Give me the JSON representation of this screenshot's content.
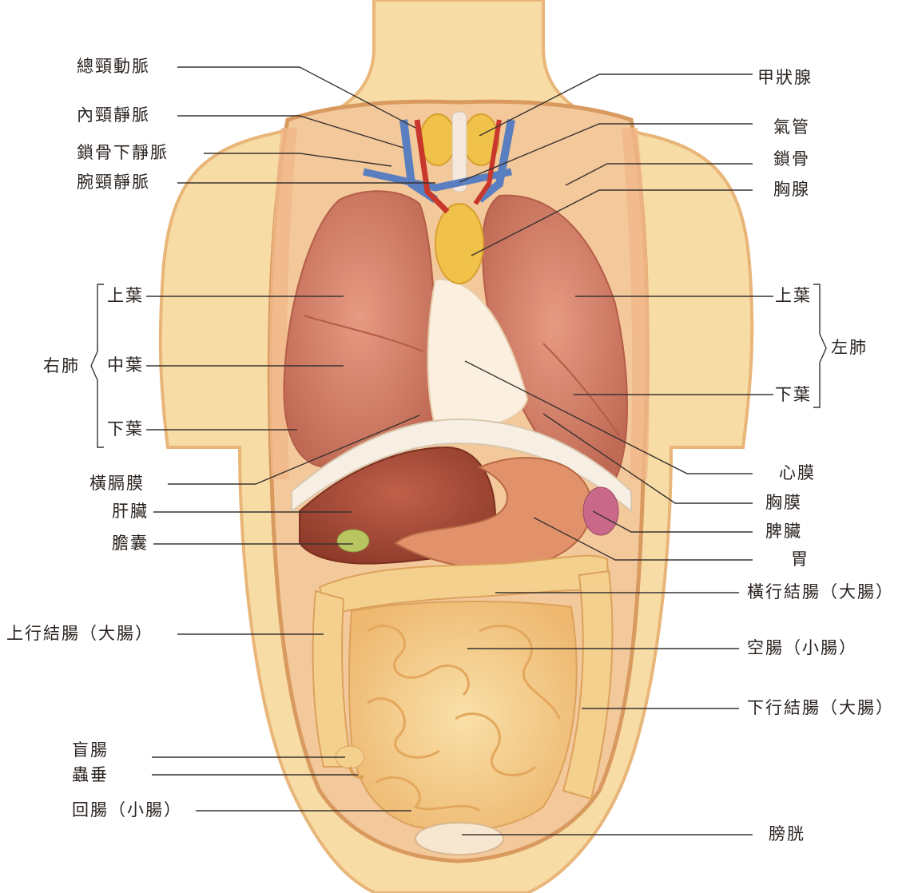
{
  "labels": {
    "common_carotid_artery": "總頸動脈",
    "internal_jugular_vein": "內頸靜脈",
    "subclavian_vein": "鎖骨下靜脈",
    "brachiocephalic_vein": "腕頸靜脈",
    "thyroid": "甲狀腺",
    "trachea": "氣管",
    "clavicle": "鎖骨",
    "thymus": "胸腺",
    "right_lung": "右肺",
    "right_upper_lobe": "上葉",
    "right_middle_lobe": "中葉",
    "right_lower_lobe": "下葉",
    "left_lung": "左肺",
    "left_upper_lobe": "上葉",
    "left_lower_lobe": "下葉",
    "diaphragm": "橫膈膜",
    "liver": "肝臟",
    "gallbladder": "膽囊",
    "pericardium": "心膜",
    "pleura": "胸膜",
    "spleen": "脾臟",
    "stomach": "胃",
    "transverse_colon": "橫行結腸（大腸）",
    "ascending_colon": "上行結腸（大腸）",
    "jejunum": "空腸（小腸）",
    "descending_colon": "下行結腸（大腸）",
    "cecum": "盲腸",
    "appendix": "蟲垂",
    "ileum": "回腸（小腸）",
    "bladder": "膀胱"
  },
  "colors": {
    "skin": "#f7dca6",
    "skin_edge": "#e9b679",
    "lung": "#d9836c",
    "liver": "#a84a35",
    "stomach": "#e2926a",
    "intestine": "#f4d08e",
    "thyroid": "#f0c24a",
    "vein": "#5a7fc0",
    "artery": "#c8372c",
    "leader_line": "#3a3330"
  }
}
